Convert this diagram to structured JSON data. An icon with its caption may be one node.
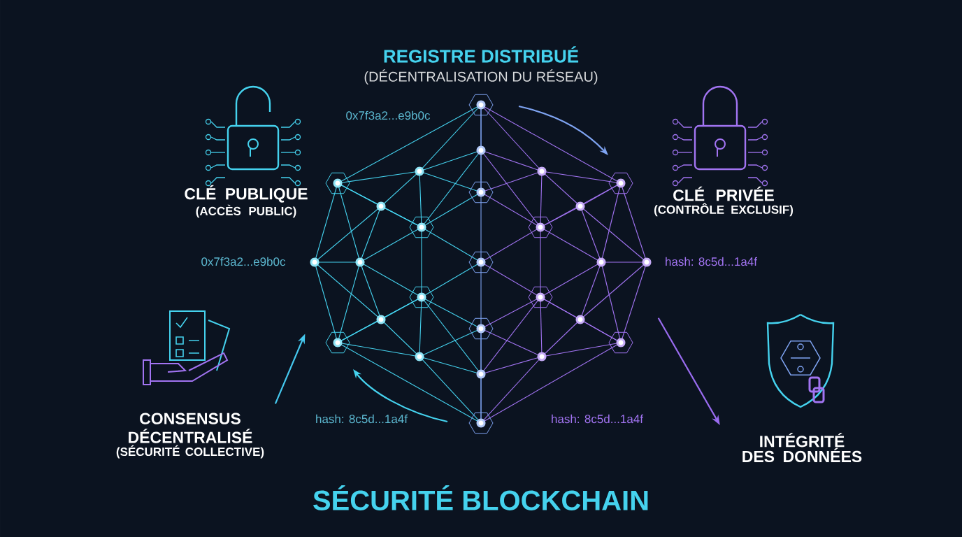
{
  "diagram": {
    "title": "SÉCURITÉ BLOCKCHAIN",
    "nodes": [
      {
        "text": [],
        "shape": "picture"
      },
      {
        "text": [
          "CLÉ PUBLIQUE",
          "(ACCÈS PUBLIC)"
        ]
      },
      {
        "text": [
          "CLÉ PRIVÉE",
          "(CONTRÔLE EXCLUSIF)"
        ]
      },
      {
        "text": [
          "CONSENSUS DÉCENTRALISÉ",
          "(SÉCURITÉ COLLECTIVE)"
        ]
      },
      {
        "text": [
          "INTÉGRITÉ DES DONNÉES"
        ]
      }
    ],
    "edges": [
      {
        "from": 3,
        "to": 0,
        "arrow": "to",
        "color": "#45c8ee"
      },
      {
        "from": 0,
        "to": 4,
        "arrow": "to",
        "color": "#9a6cf0"
      }
    ],
    "labels": [
      "REGISTRE DISTRIBUÉ",
      "(DÉCENTRALISATION DU RÉSEAU)",
      "0x7f3a2...e9b0c",
      "0x7f3a2...e9b0c",
      "hash: 8c5d...1a4f",
      "hash: 8c5d...1a4f",
      "hash: 8c5d...1a4f"
    ]
  }
}
